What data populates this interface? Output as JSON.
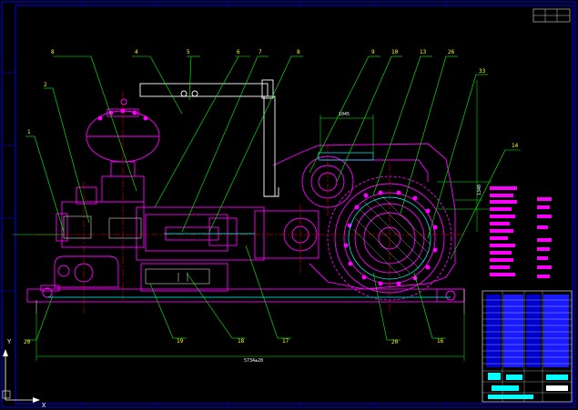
{
  "drawing": {
    "part_labels_top": [
      "8",
      "4",
      "5",
      "6",
      "7",
      "8",
      "9",
      "10",
      "13",
      "26"
    ],
    "part_labels_left": [
      "2",
      "1"
    ],
    "part_label_right_top": "33",
    "part_label_right": "14",
    "part_labels_bottom": [
      "19",
      "18",
      "17",
      "20",
      "16"
    ],
    "part_label_bottom_left": "20",
    "dim_length": "5734±20",
    "dim_top": "1045",
    "dim_side": "1340",
    "ucs_y": "Y",
    "ucs_x": "X"
  },
  "colors": {
    "background": "#000000",
    "frame": "#0000ff",
    "outline": "#ff00ff",
    "leader": "#00ff00",
    "label": "#ffff00",
    "center": "#ff0000",
    "cyan": "#00ffff",
    "white": "#ffffff"
  }
}
